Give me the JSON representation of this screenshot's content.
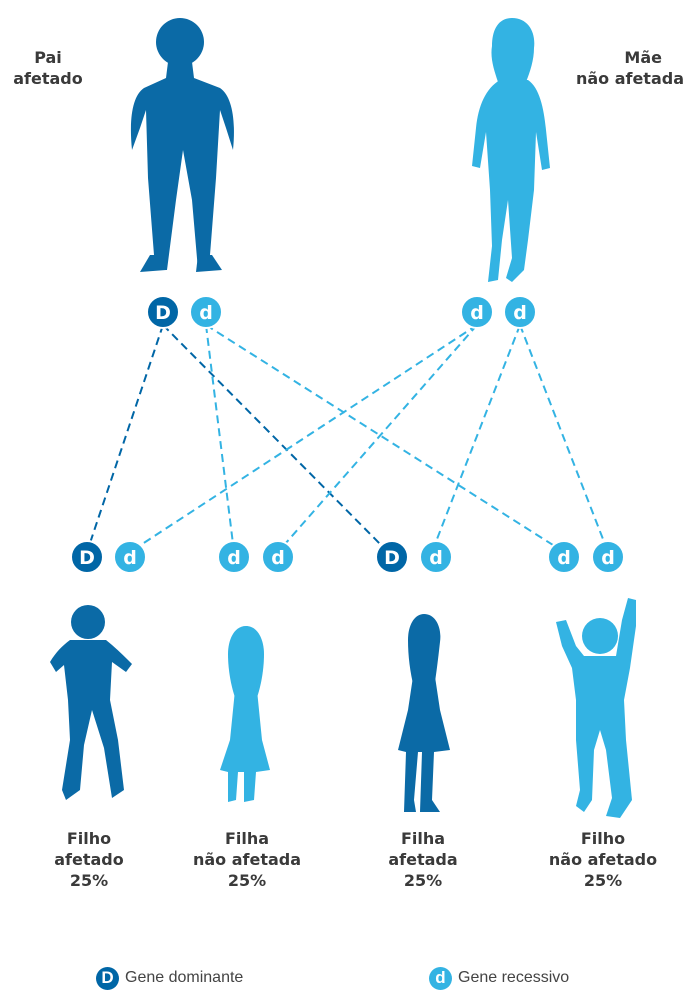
{
  "colors": {
    "dominant": "#0066A6",
    "recessive": "#33B3E3",
    "text": "#3a3a3a"
  },
  "parents": {
    "father": {
      "line1": "Pai",
      "line2": "afetado"
    },
    "mother": {
      "line1": "Mãe",
      "line2": "não afetada"
    }
  },
  "alleles": {
    "dominant": "D",
    "recessive": "d"
  },
  "children": [
    {
      "line1": "Filho",
      "line2": "afetado",
      "pct": "25%"
    },
    {
      "line1": "Filha",
      "line2": "não afetada",
      "pct": "25%"
    },
    {
      "line1": "Filha",
      "line2": "afetada",
      "pct": "25%"
    },
    {
      "line1": "Filho",
      "line2": "não afetado",
      "pct": "25%"
    }
  ],
  "legend": {
    "dominant_label": "Gene dominante",
    "recessive_label": "Gene recessivo"
  }
}
